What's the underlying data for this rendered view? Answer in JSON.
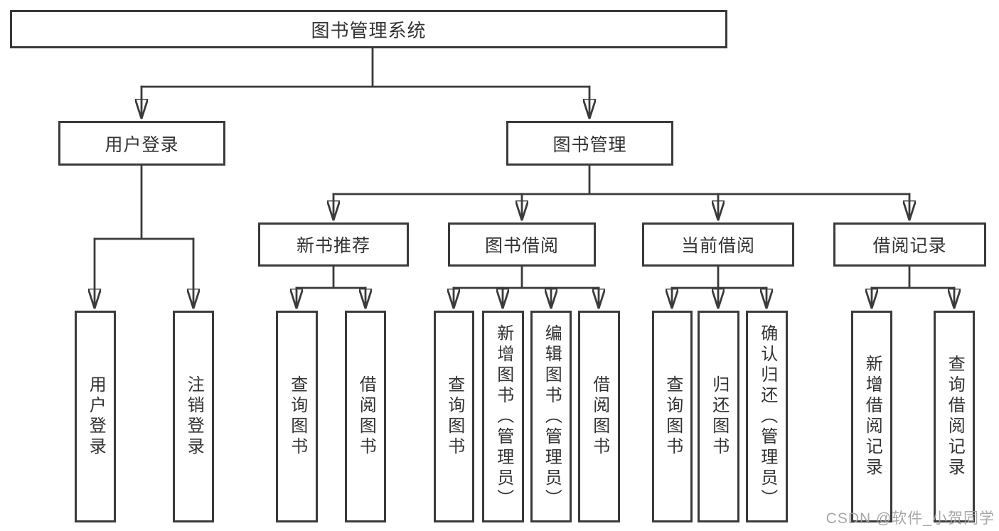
{
  "diagram": {
    "type": "hierarchy-tree",
    "title": "图书管理系统",
    "watermark": "CSDN @软件_小贺同学",
    "colors": {
      "line": "#3a3a3a",
      "border": "#3a3a3a",
      "text": "#333333",
      "watermark": "#a0a0a0",
      "background": "#ffffff"
    },
    "nodes": {
      "root": {
        "label": "图书管理系统",
        "children": [
          "user_login",
          "book_mgmt"
        ]
      },
      "user_login": {
        "label": "用户登录",
        "children": [
          "leaf_user_login",
          "leaf_logout"
        ]
      },
      "book_mgmt": {
        "label": "图书管理",
        "children": [
          "new_book_rec",
          "book_borrow",
          "current_borrow",
          "borrow_records"
        ]
      },
      "new_book_rec": {
        "label": "新书推荐",
        "children": [
          "leaf_nbr_query",
          "leaf_nbr_borrow"
        ]
      },
      "book_borrow": {
        "label": "图书借阅",
        "children": [
          "leaf_bb_query",
          "leaf_bb_add",
          "leaf_bb_edit",
          "leaf_bb_borrow"
        ]
      },
      "current_borrow": {
        "label": "当前借阅",
        "children": [
          "leaf_cb_query",
          "leaf_cb_return",
          "leaf_cb_confirm"
        ]
      },
      "borrow_records": {
        "label": "借阅记录",
        "children": [
          "leaf_br_add",
          "leaf_br_query"
        ]
      },
      "leaf_user_login": {
        "label": "用户登录",
        "children": []
      },
      "leaf_logout": {
        "label": "注销登录",
        "children": []
      },
      "leaf_nbr_query": {
        "label": "查询图书",
        "children": []
      },
      "leaf_nbr_borrow": {
        "label": "借阅图书",
        "children": []
      },
      "leaf_bb_query": {
        "label": "查询图书",
        "children": []
      },
      "leaf_bb_add": {
        "label": "新增图书（管理员）",
        "children": []
      },
      "leaf_bb_edit": {
        "label": "编辑图书（管理员）",
        "children": []
      },
      "leaf_bb_borrow": {
        "label": "借阅图书",
        "children": []
      },
      "leaf_cb_query": {
        "label": "查询图书",
        "children": []
      },
      "leaf_cb_return": {
        "label": "归还图书",
        "children": []
      },
      "leaf_cb_confirm": {
        "label": "确认归还（管理员）",
        "children": []
      },
      "leaf_br_add": {
        "label": "新增借阅记录",
        "children": []
      },
      "leaf_br_query": {
        "label": "查询借阅记录",
        "children": []
      }
    }
  }
}
